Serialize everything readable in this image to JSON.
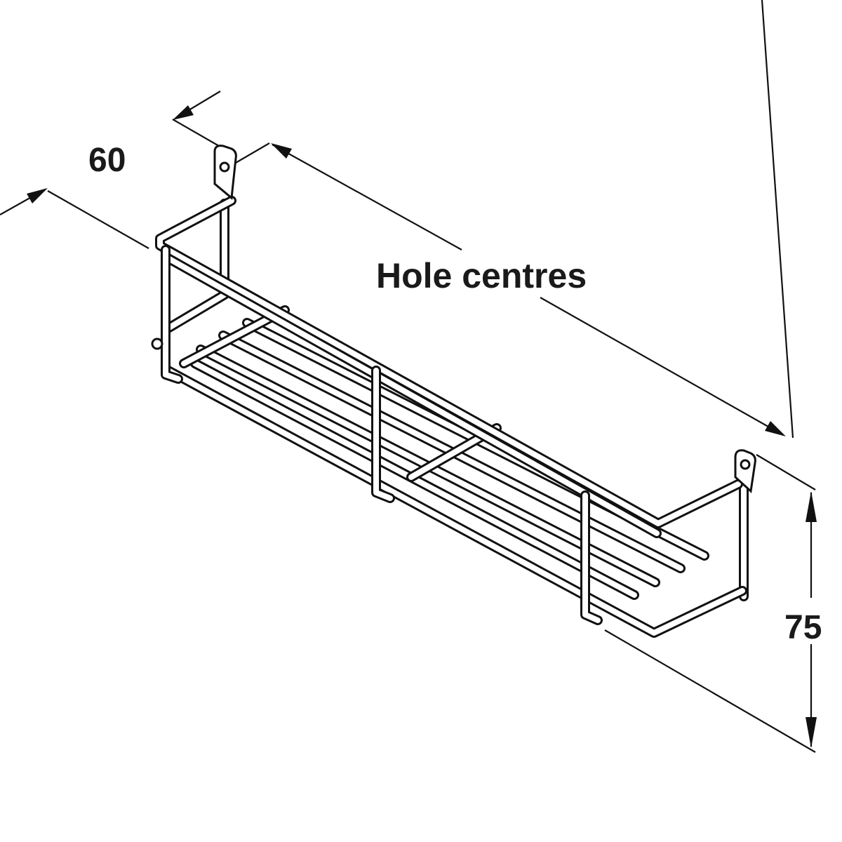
{
  "diagram": {
    "labels": {
      "depth": "60",
      "length": "Hole centres",
      "height": "75"
    },
    "colors": {
      "line": "#111111",
      "background": "#ffffff"
    }
  }
}
